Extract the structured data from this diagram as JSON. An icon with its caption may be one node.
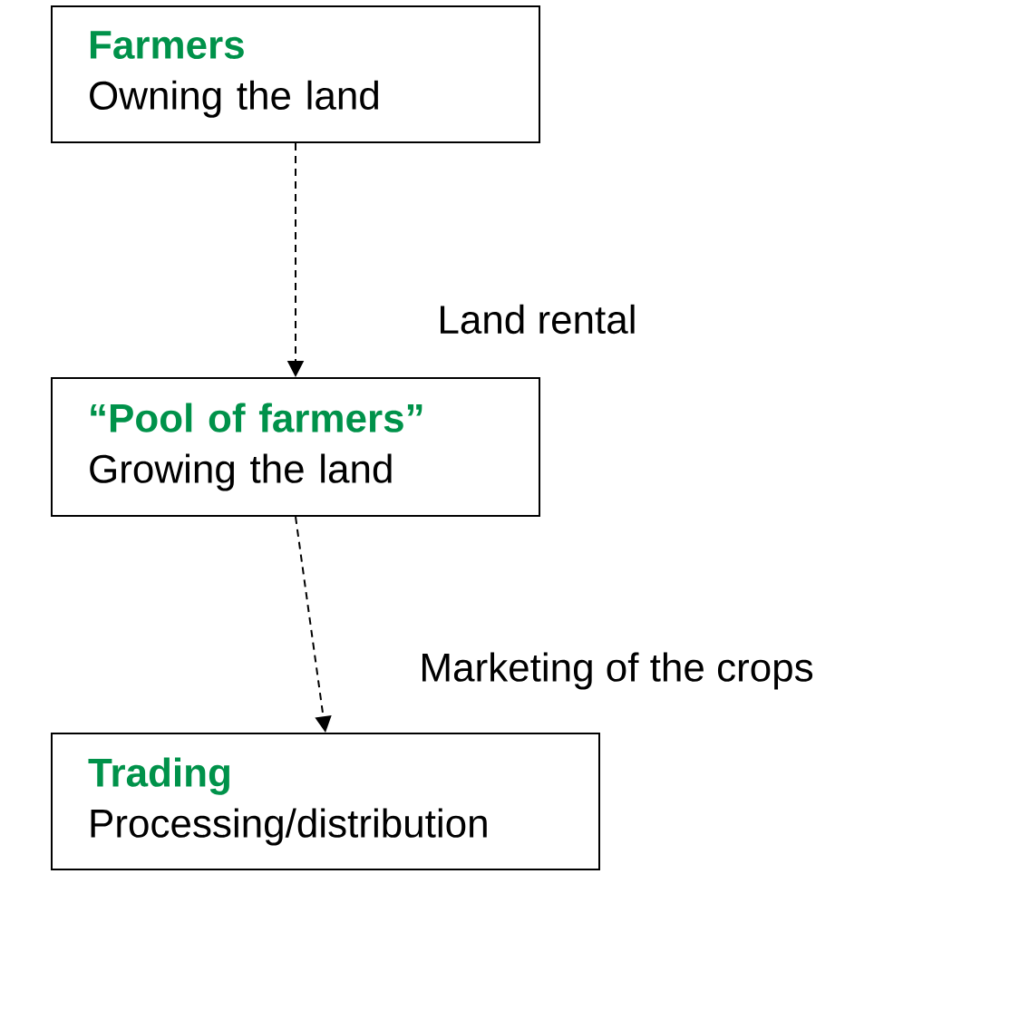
{
  "diagram": {
    "nodes": [
      {
        "text": [
          "Farmers",
          "Owning the land"
        ]
      },
      {
        "text": [
          "“Pool of farmers”",
          "Growing the land"
        ]
      },
      {
        "text": [
          "Trading",
          "Processing/distribution"
        ]
      }
    ],
    "edges": [
      {
        "from": 0,
        "to": 1,
        "arrow": "to",
        "label": "Land rental",
        "style": "dashed"
      },
      {
        "from": 1,
        "to": 2,
        "arrow": "to",
        "label": "Marketing of the crops",
        "style": "dashed"
      }
    ]
  }
}
